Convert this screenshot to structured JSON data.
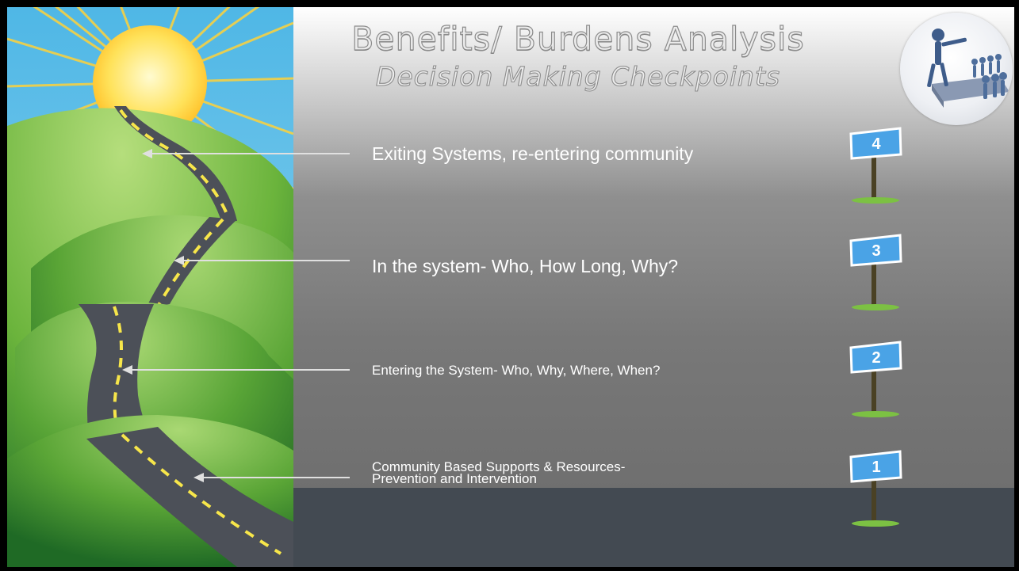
{
  "title": "Benefits/ Burdens Analysis",
  "subtitle": "Decision Making Checkpoints",
  "checkpoints": [
    {
      "number": "4",
      "text": "Exiting Systems, re-entering community"
    },
    {
      "number": "3",
      "text": "In the system- Who, How Long, Why?"
    },
    {
      "number": "2",
      "text": "Entering the System- Who, Why, Where, When?"
    },
    {
      "number": "1",
      "line1": "Community Based Supports & Resources-",
      "line2": "Prevention and Intervention"
    }
  ],
  "colors": {
    "sign_blue": "#4aa3e6",
    "sign_post": "#4a4124",
    "grass": "#7cc143",
    "bottom_band": "#434a52"
  },
  "icons": [
    "sun-icon",
    "road-icon",
    "leader-figure-icon",
    "signpost-icon"
  ]
}
